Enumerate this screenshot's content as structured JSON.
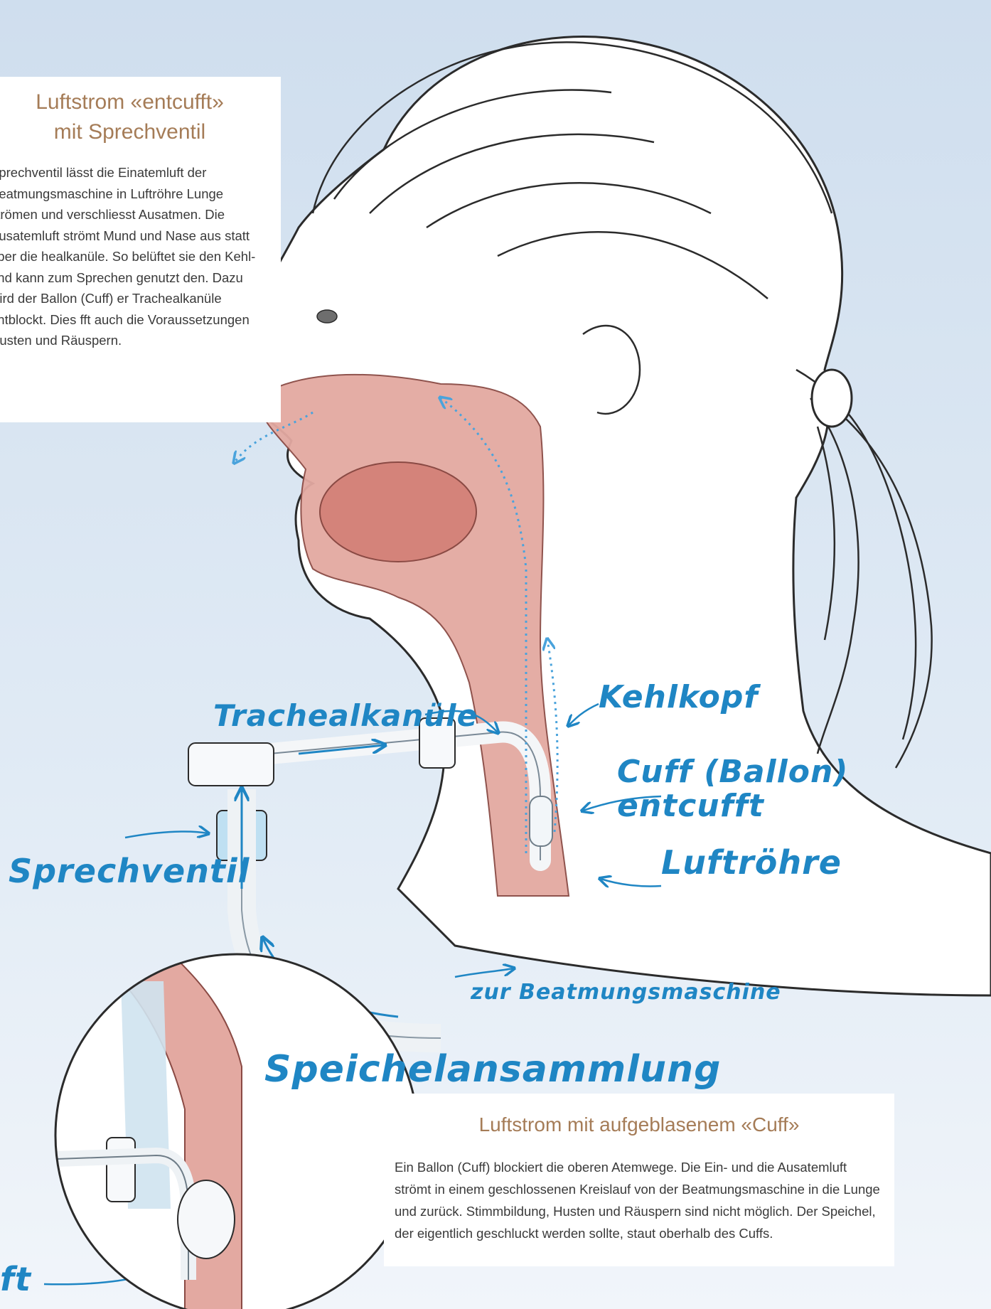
{
  "box_top": {
    "title_line1": "Luftstrom «entcufft»",
    "title_line2": "mit Sprechventil",
    "body": "Sprechventil lässt die Einatemluft der Beatmungsmaschine in Luftröhre Lunge strömen und verschliesst Ausatmen. Die Ausatemluft strömt Mund und Nase aus statt über die healkanüle. So belüftet sie den Kehl- und kann zum Sprechen genutzt den. Dazu wird der Ballon (Cuff) er Trachealkanüle entblockt. Dies fft auch die Voraussetzungen Husten und Räuspern."
  },
  "box_bottom": {
    "title": "Luftstrom mit aufgeblasenem «Cuff»",
    "body": "Ein Ballon (Cuff) blockiert die oberen Atemwege. Die Ein- und die Ausatemluft strömt in einem geschlossenen Kreislauf von der Beatmungsmaschine in die Lunge und zurück. Stimmbildung, Husten und Räuspern sind nicht möglich. Der Speichel, der eigentlich geschluckt werden sollte, staut oberhalb des Cuffs."
  },
  "labels": {
    "trachealkanuele": "Trachealkanüle",
    "kehlkopf": "Kehlkopf",
    "cuff_line1": "Cuff (Ballon)",
    "cuff_line2": "entcufft",
    "sprechventil": "Sprechventil",
    "luftroehre": "Luftröhre",
    "zur_beatmungsmaschine": "zur Beatmungsmaschine",
    "speichelansammlung": "Speichelansammlung",
    "cut_label": "ft"
  },
  "colors": {
    "label_blue": "#1f86c4",
    "title_brown": "#a57c57",
    "tissue_pink": "#e3a9a1",
    "sky_blue": "#dbe8f4"
  }
}
